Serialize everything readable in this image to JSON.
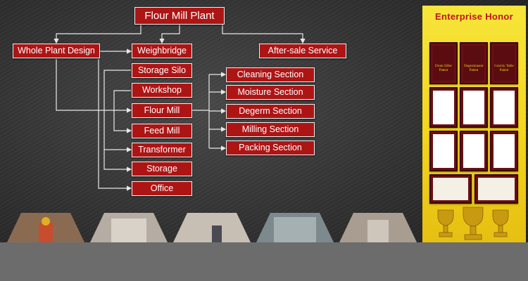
{
  "diagram": {
    "title": "Flour Mill Plant",
    "main": {
      "whole_plant_design": "Whole Plant Design",
      "after_sale_service": "After-sale Service"
    },
    "facilities": {
      "weighbridge": "Weighbridge",
      "storage_silo": "Storage Silo",
      "workshop": "Workshop",
      "flour_mill": "Flour Mill",
      "feed_mill": "Feed Mill",
      "transformer": "Transformer",
      "storage": "Storage",
      "office": "Office"
    },
    "sections": {
      "cleaning": "Cleaning Section",
      "moisture": "Moisture Section",
      "degerm": "Degerm Section",
      "milling": "Milling Section",
      "packing": "Packing Section"
    }
  },
  "honor_panel": {
    "title": "Enterprise Honor",
    "certificates": [
      "Drum Sifter Patent",
      "Degerminator Patent",
      "Gravity Table Patent"
    ]
  },
  "colors": {
    "box_fill": "#ad1515",
    "line": "#e8e8e8",
    "panel_yellow": "#f3d51b",
    "honor_text": "#c0141a"
  }
}
